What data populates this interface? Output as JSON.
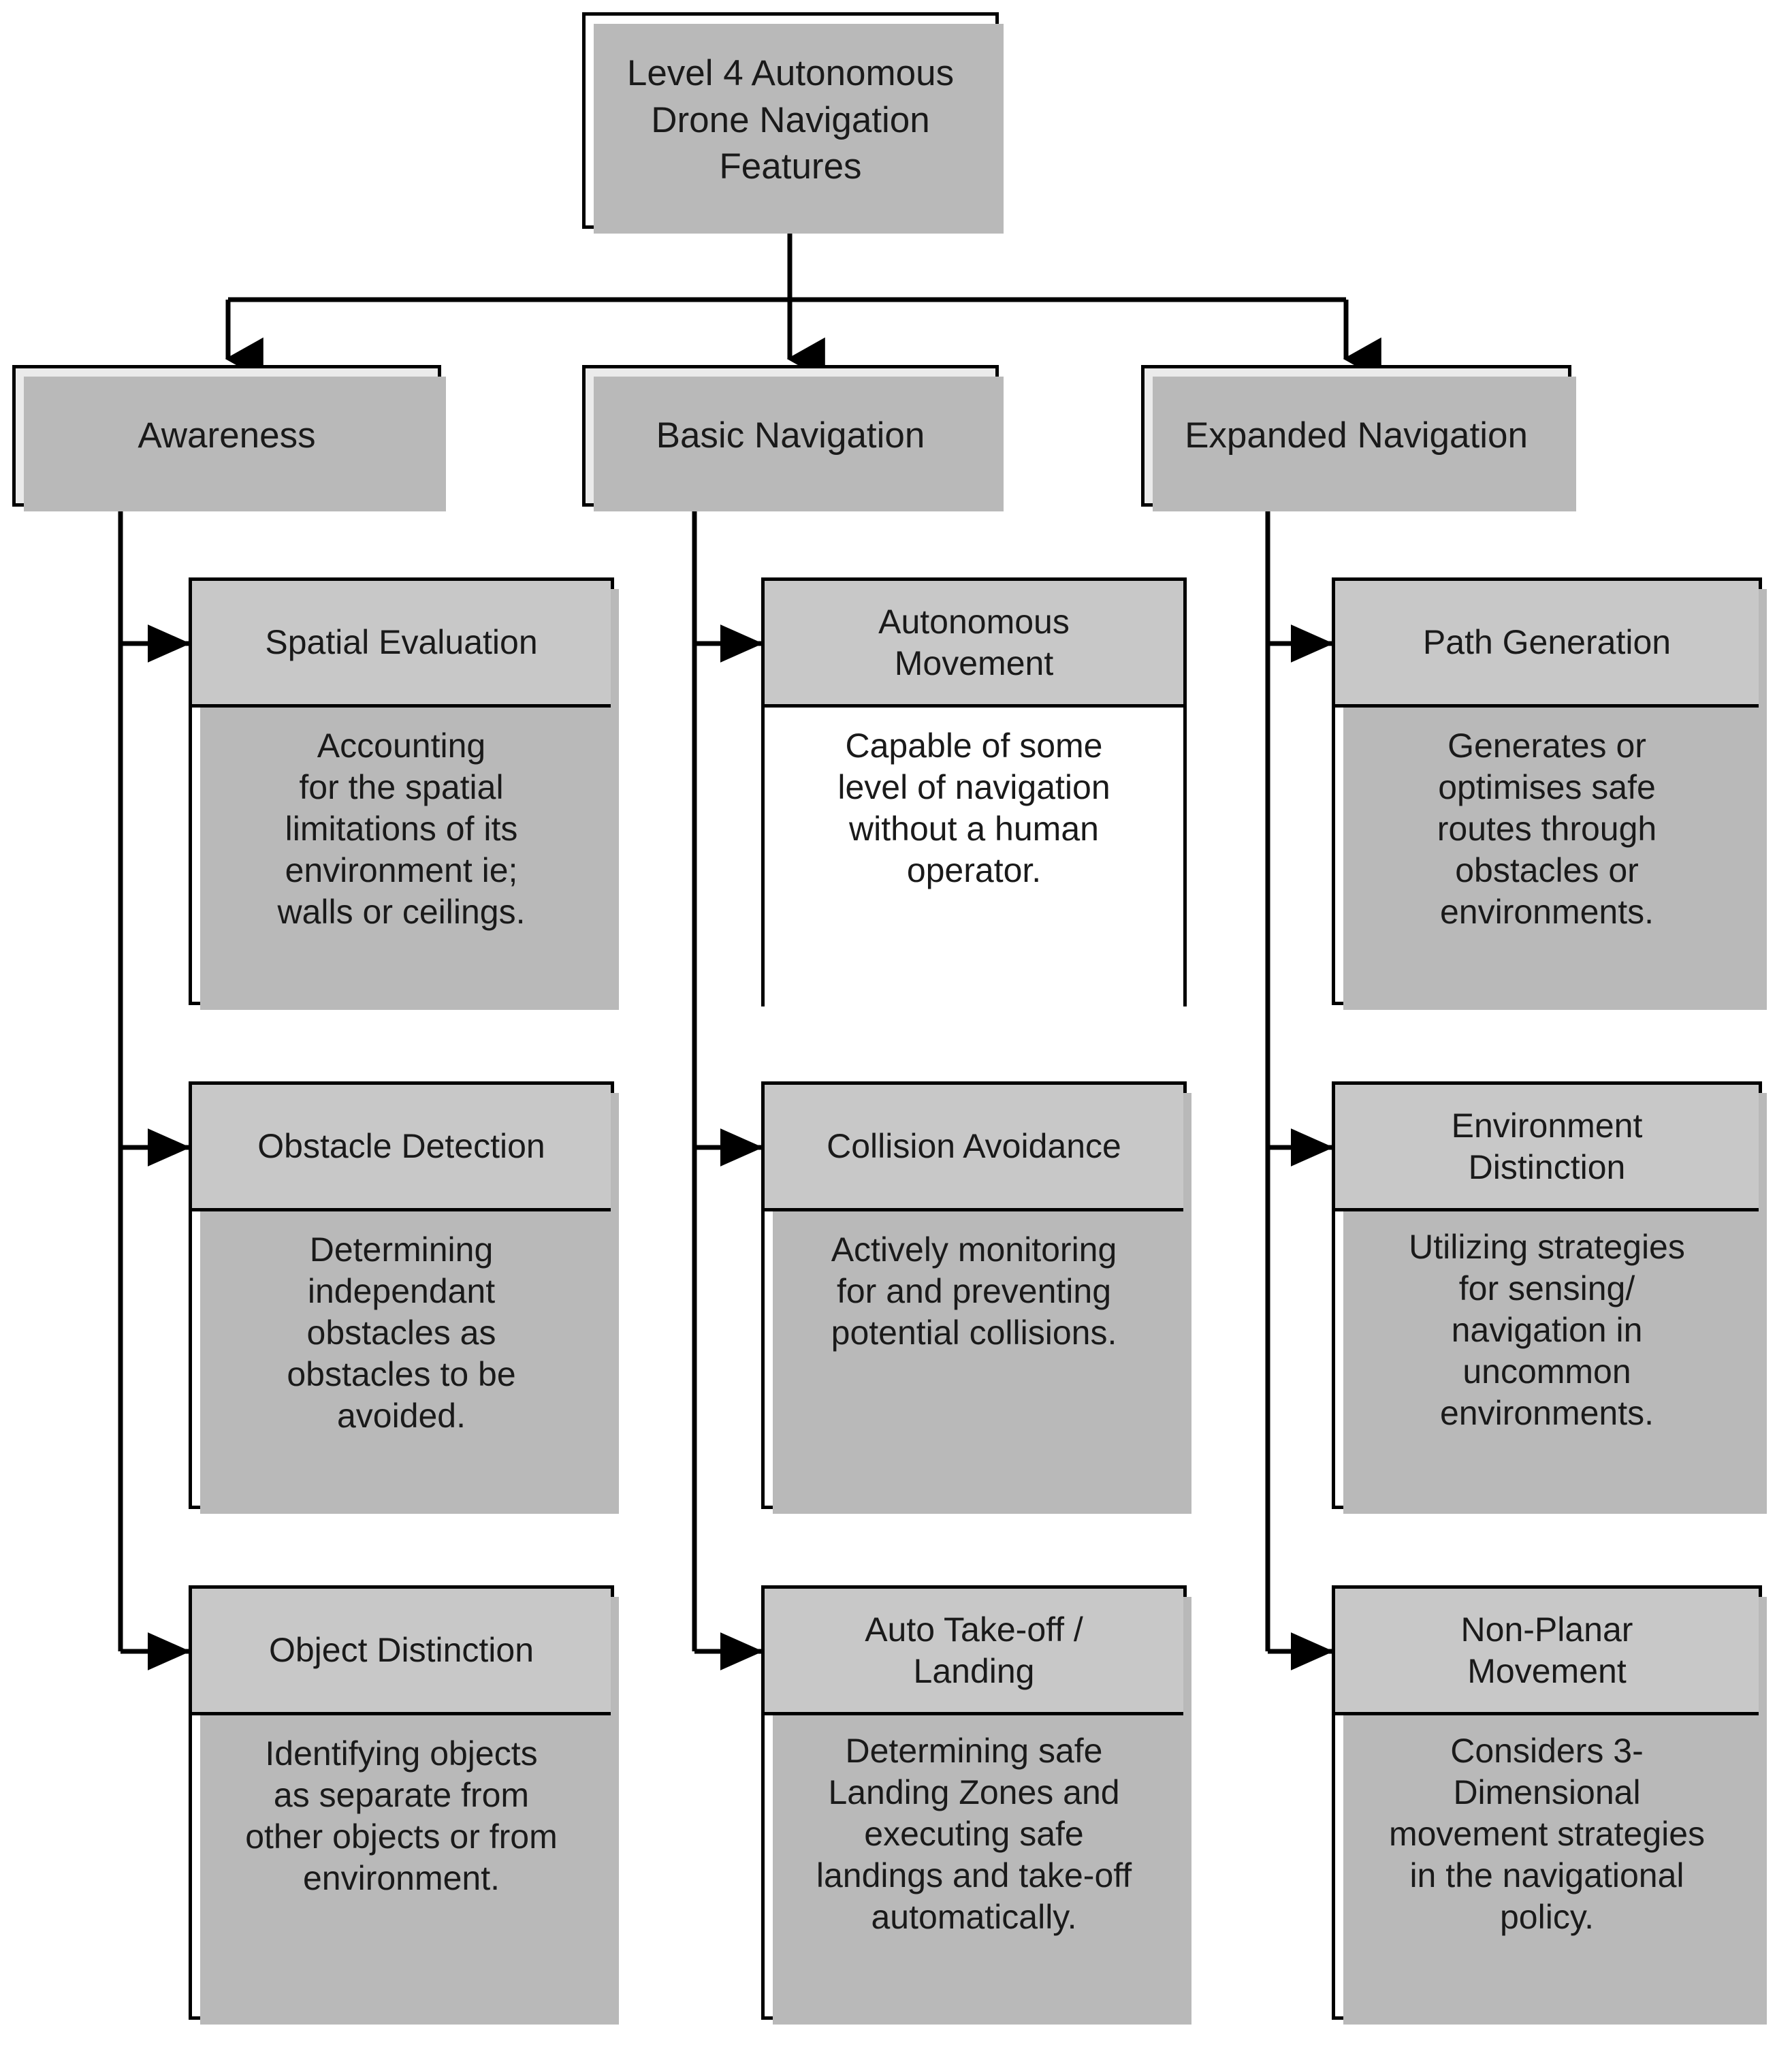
{
  "diagram": {
    "title": "Level 4 Autonomous Drone Navigation Features",
    "root_label": "Level 4 Autonomous\nDrone Navigation\nFeatures",
    "colors": {
      "root_fill": "#ffffff",
      "category_fill": "#ebebeb",
      "card_header_fill": "#c8c8c8",
      "card_body_fill": "#ffffff",
      "border": "#000000",
      "shadow": "#b9b9b9",
      "text": "#1a1a1a",
      "page_background": "#ffffff"
    },
    "categories": [
      {
        "id": "awareness",
        "label": "Awareness"
      },
      {
        "id": "basic-nav",
        "label": "Basic Navigation"
      },
      {
        "id": "expanded-nav",
        "label": "Expanded Navigation"
      }
    ],
    "features": {
      "awareness": [
        {
          "title": "Spatial Evaluation",
          "description": "Accounting\nfor the spatial\nlimitations of its\nenvironment ie;\nwalls or ceilings."
        },
        {
          "title": "Obstacle Detection",
          "description": "Determining\nindependant\nobstacles as\nobstacles to be\navoided."
        },
        {
          "title": "Object Distinction",
          "description": "Identifying objects\nas separate from\nother objects or from\nenvironment."
        }
      ],
      "basic-nav": [
        {
          "title": "Autonomous\nMovement",
          "description": "Capable of some\nlevel of navigation\nwithout a human\noperator."
        },
        {
          "title": "Collision Avoidance",
          "description": "Actively monitoring\nfor and preventing\npotential collisions."
        },
        {
          "title": "Auto Take-off /\nLanding",
          "description": "Determining safe\nLanding Zones and\nexecuting safe\nlandings and take-off\nautomatically."
        }
      ],
      "expanded-nav": [
        {
          "title": "Path Generation",
          "description": "Generates or\noptimises safe\nroutes through\nobstacles or\nenvironments."
        },
        {
          "title": "Environment\nDistinction",
          "description": "Utilizing strategies\nfor sensing/\nnavigation in\nuncommon\nenvironments."
        },
        {
          "title": "Non-Planar\nMovement",
          "description": "Considers 3-\nDimensional\nmovement strategies\nin the navigational\npolicy."
        }
      ]
    }
  }
}
